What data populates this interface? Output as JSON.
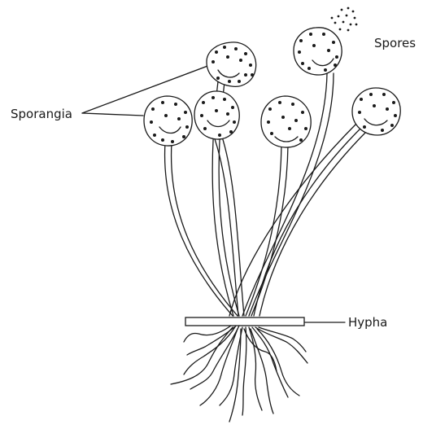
{
  "labels": {
    "spores": "Spores",
    "sporangia": "Sporangia",
    "hypha": "Hypha"
  },
  "colors": {
    "ink": "#1a1a1a",
    "background": "#ffffff"
  }
}
